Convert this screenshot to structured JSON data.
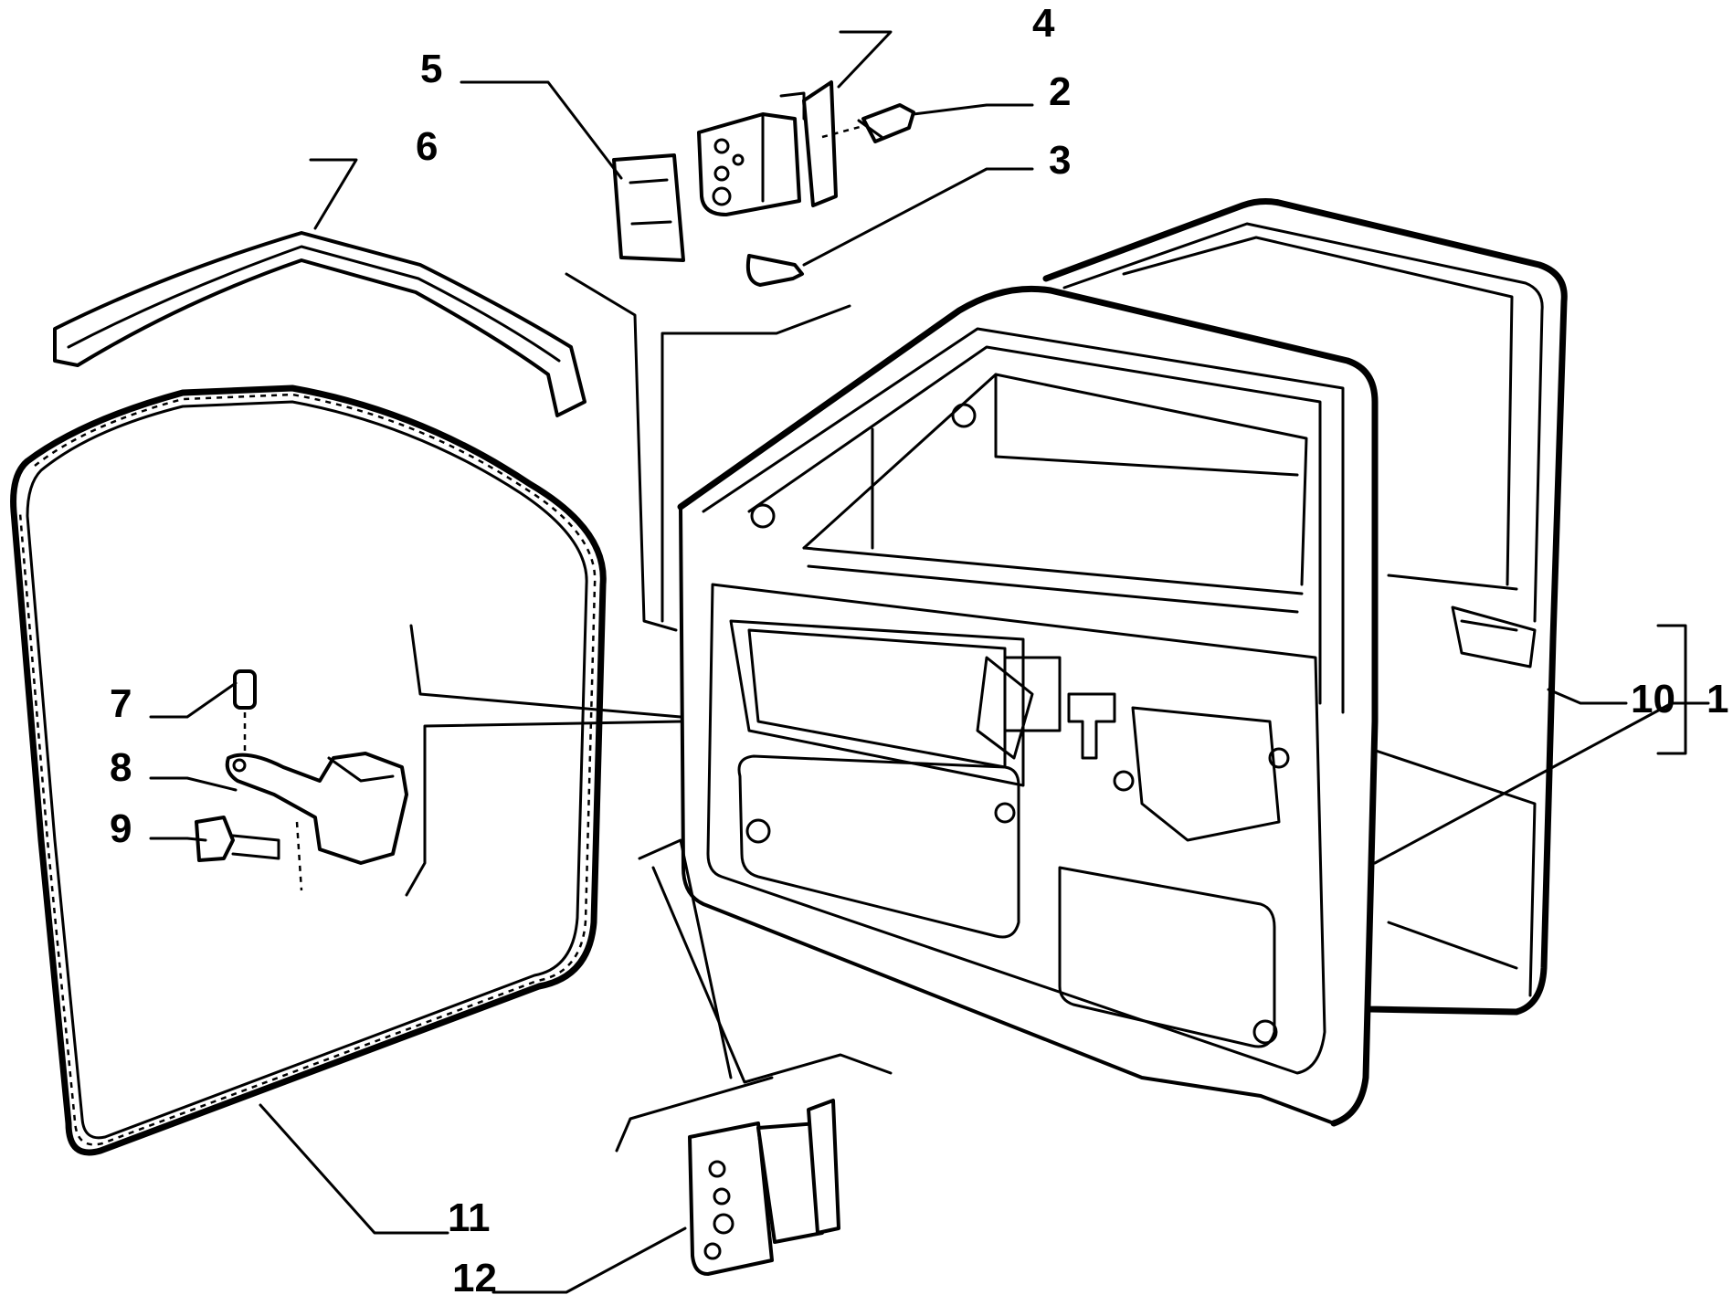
{
  "diagram": {
    "labels": [
      {
        "id": "1",
        "text": "1"
      },
      {
        "id": "2",
        "text": "2"
      },
      {
        "id": "3",
        "text": "3"
      },
      {
        "id": "4",
        "text": "4"
      },
      {
        "id": "5",
        "text": "5"
      },
      {
        "id": "6",
        "text": "6"
      },
      {
        "id": "7",
        "text": "7"
      },
      {
        "id": "8",
        "text": "8"
      },
      {
        "id": "9",
        "text": "9"
      },
      {
        "id": "10",
        "text": "10"
      },
      {
        "id": "11",
        "text": "11"
      },
      {
        "id": "12",
        "text": "12"
      }
    ],
    "colors": {
      "line": "#000000",
      "background": "#ffffff"
    }
  }
}
